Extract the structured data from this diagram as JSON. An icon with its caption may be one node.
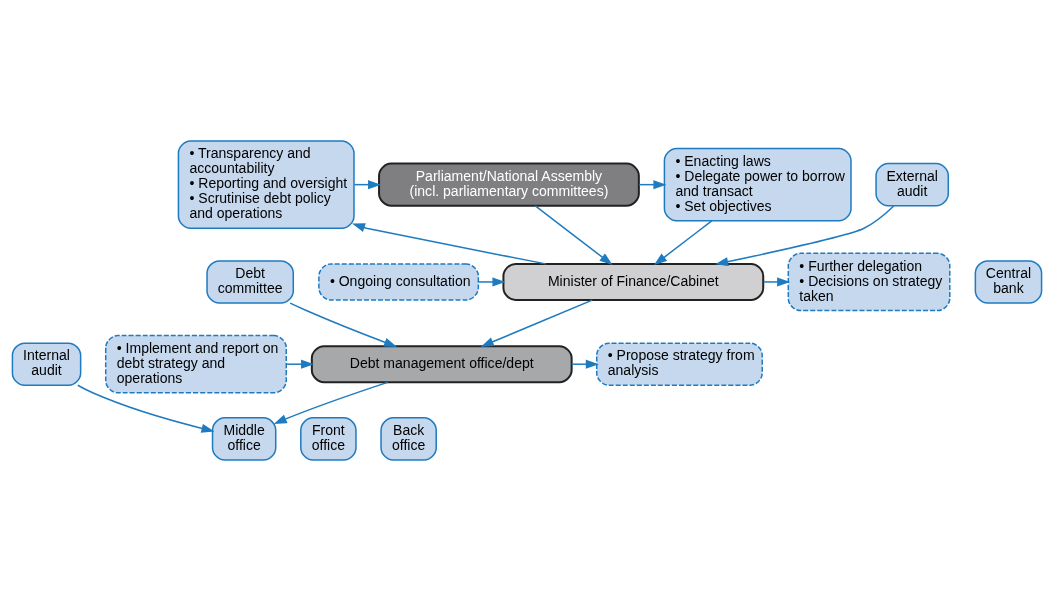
{
  "diagram": {
    "nodes": [
      {
        "text": [
          "• Enacting laws",
          "• Delegate power to borrow and transact",
          "• Set objectives"
        ]
      },
      {
        "text": [
          "Parliament/National Assembly (incl. parliamentary committees)"
        ]
      },
      {
        "text": [
          "• Transparency and accountability",
          "• Reporting and oversight",
          "• Scrutinise debt policy and operations"
        ]
      },
      {
        "text": [
          "External audit"
        ]
      },
      {
        "text": [
          "• Further delegation",
          "• Decisions on strategy taken"
        ]
      },
      {
        "text": [
          "Minister of Finance/Cabinet"
        ]
      },
      {
        "text": [
          "• Ongoing consultation"
        ]
      },
      {
        "text": [
          "Debt committee"
        ]
      },
      {
        "text": [
          "Central bank"
        ]
      },
      {
        "text": [
          "• Propose strategy from analysis"
        ]
      },
      {
        "text": [
          "• Implement and report on debt strategy and operations"
        ]
      },
      {
        "text": [
          "Debt management office/dept"
        ]
      },
      {
        "text": [
          "Internal audit"
        ]
      },
      {
        "text": [
          "Front office"
        ]
      },
      {
        "text": [
          "Middle office"
        ]
      },
      {
        "text": [
          "Back office"
        ]
      }
    ],
    "edges": [
      {
        "from": 1,
        "to": 0,
        "arrow": "to"
      },
      {
        "from": 2,
        "to": 1,
        "arrow": "to"
      },
      {
        "from": 1,
        "to": 5,
        "arrow": "to"
      },
      {
        "from": 3,
        "to": 5,
        "arrow": "to"
      },
      {
        "from": 0,
        "to": 5,
        "arrow": "to"
      },
      {
        "from": 5,
        "to": 2,
        "arrow": "to"
      },
      {
        "from": 5,
        "to": 4,
        "arrow": "to"
      },
      {
        "from": 6,
        "to": 5,
        "arrow": "to"
      },
      {
        "from": 5,
        "to": 11,
        "arrow": "to"
      },
      {
        "from": 7,
        "to": 11,
        "arrow": "to"
      },
      {
        "from": 10,
        "to": 11,
        "arrow": "to"
      },
      {
        "from": 11,
        "to": 9,
        "arrow": "to"
      },
      {
        "from": 11,
        "to": 14,
        "arrow": "to"
      },
      {
        "from": 12,
        "to": 14,
        "arrow": "to"
      }
    ]
  }
}
